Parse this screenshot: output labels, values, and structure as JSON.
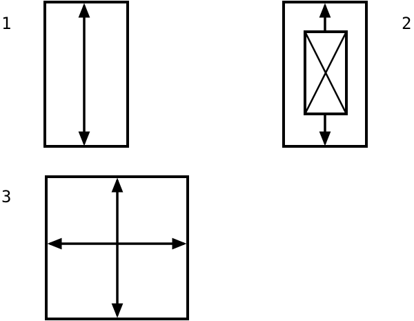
{
  "figures": [
    {
      "label": "1",
      "description_visible": false
    },
    {
      "label": "2",
      "description_visible": false
    },
    {
      "label": "3",
      "description_visible": false
    }
  ],
  "colors": {
    "stroke": "#000000",
    "background": "#ffffff"
  }
}
